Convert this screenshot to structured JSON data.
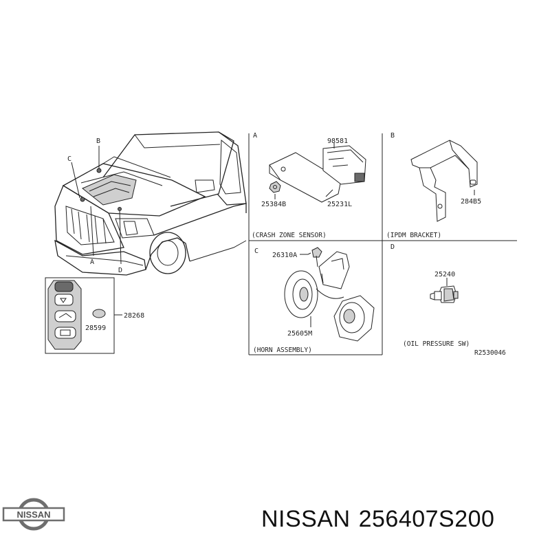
{
  "diagram": {
    "callouts": {
      "car": [
        "A",
        "B",
        "C",
        "D"
      ],
      "remote_part": "28268",
      "remote_sub_part": "28599"
    },
    "panels": [
      {
        "letter": "A",
        "caption": "(CRASH ZONE SENSOR)",
        "parts": [
          "98581",
          "25384B",
          "25231L"
        ]
      },
      {
        "letter": "B",
        "caption": "(IPDM BRACKET)",
        "parts": [
          "284B5"
        ]
      },
      {
        "letter": "C",
        "caption": "(HORN ASSEMBLY)",
        "parts": [
          "26310A",
          "25605M"
        ]
      },
      {
        "letter": "D",
        "caption": "(OIL PRESSURE SW)",
        "parts": [
          "25240"
        ]
      }
    ],
    "ref_code": "R2530046"
  },
  "brand": {
    "logo_text": "NISSAN",
    "manufacturer": "NISSAN",
    "part_number": "256407S200"
  }
}
